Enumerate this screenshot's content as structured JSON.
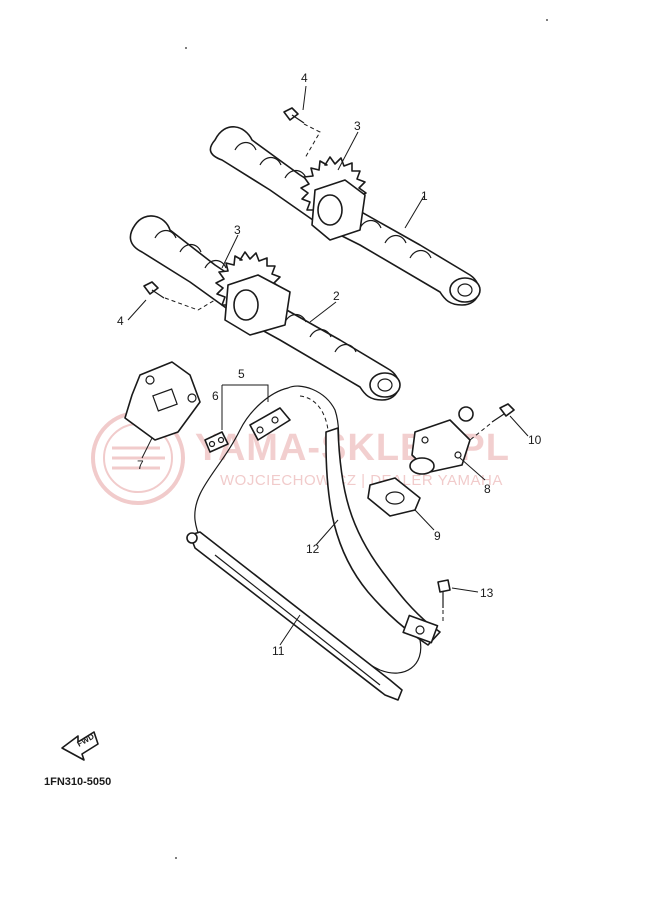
{
  "watermark": {
    "brand": "YAMA-SKLEP.PL",
    "subtitle": "WOJCIECHOWICZ | DEALER YAMAHA",
    "color": "#e8a9a9"
  },
  "diagram_code": "1FN310-5050",
  "fwd_label": "FWD",
  "callouts": {
    "c1": "1",
    "c2": "2",
    "c3a": "3",
    "c3b": "3",
    "c4a": "4",
    "c4b": "4",
    "c5": "5",
    "c6": "6",
    "c7": "7",
    "c8": "8",
    "c9": "9",
    "c10": "10",
    "c11": "11",
    "c12": "12",
    "c13": "13"
  }
}
